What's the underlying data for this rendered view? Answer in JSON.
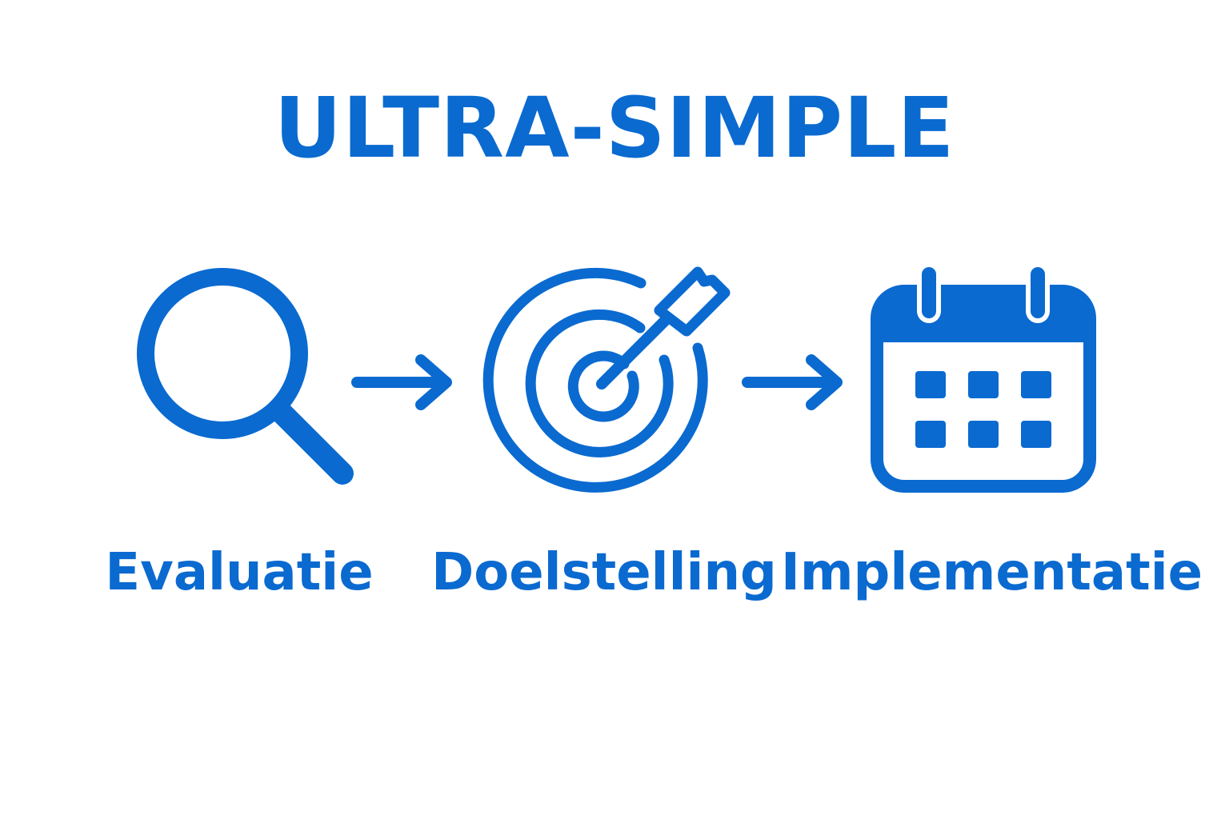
{
  "title": "ULTRA-SIMPLE",
  "accent_color": "#0a6ad0",
  "steps": [
    {
      "label": "Evaluatie",
      "icon": "magnifying-glass-icon"
    },
    {
      "label": "Doelstelling",
      "icon": "target-arrow-icon"
    },
    {
      "label": "Implementatie",
      "icon": "calendar-icon"
    }
  ]
}
